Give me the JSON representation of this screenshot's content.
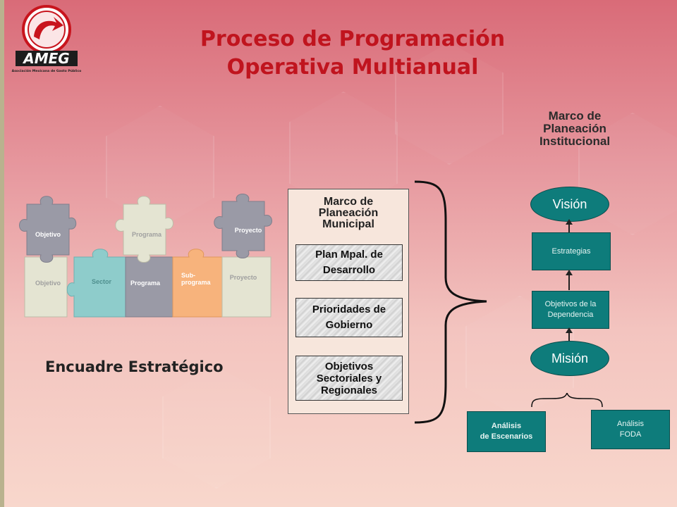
{
  "logo": {
    "text": "AMEG",
    "subtitle": "Asociación Mexicana de Gasto Público"
  },
  "title": {
    "line1": "Proceso de Programación",
    "line2": "Operativa Multianual"
  },
  "institucional": {
    "heading_line1": "Marco de",
    "heading_line2": "Planeación",
    "heading_line3": "Institucional",
    "vision": "Visión",
    "estrategias": "Estrategias",
    "objetivos_line1": "Objetivos de la",
    "objetivos_line2": "Dependencia",
    "mision": "Misión",
    "analisis_escenarios_line1": "Análisis",
    "analisis_escenarios_line2": "de Escenarios",
    "analisis_foda_line1": "Análisis",
    "analisis_foda_line2": "FODA"
  },
  "municipal": {
    "heading_line1": "Marco de",
    "heading_line2": "Planeación",
    "heading_line3": "Municipal",
    "items": [
      {
        "line1": "Plan Mpal. de",
        "line2": "Desarrollo"
      },
      {
        "line1": "Prioridades de",
        "line2": "Gobierno"
      },
      {
        "line1": "Objetivos",
        "line2": "Sectoriales y",
        "line3": "Regionales"
      }
    ]
  },
  "puzzle": {
    "top_pieces": [
      "Objetivo",
      "Programa",
      "Proyecto"
    ],
    "bottom_pieces": [
      "Objetivo",
      "Sector",
      "Programa",
      "Sub-",
      "programa",
      "Proyecto"
    ]
  },
  "encuadre": "Encuadre Estratégico",
  "colors": {
    "title_red": "#c0141e",
    "teal": "#0e7c7b",
    "puzzle_gray": "#9a9aa6",
    "puzzle_cream": "#e4e4d2",
    "puzzle_teal": "#8ecccb",
    "puzzle_orange": "#f7b37c"
  }
}
